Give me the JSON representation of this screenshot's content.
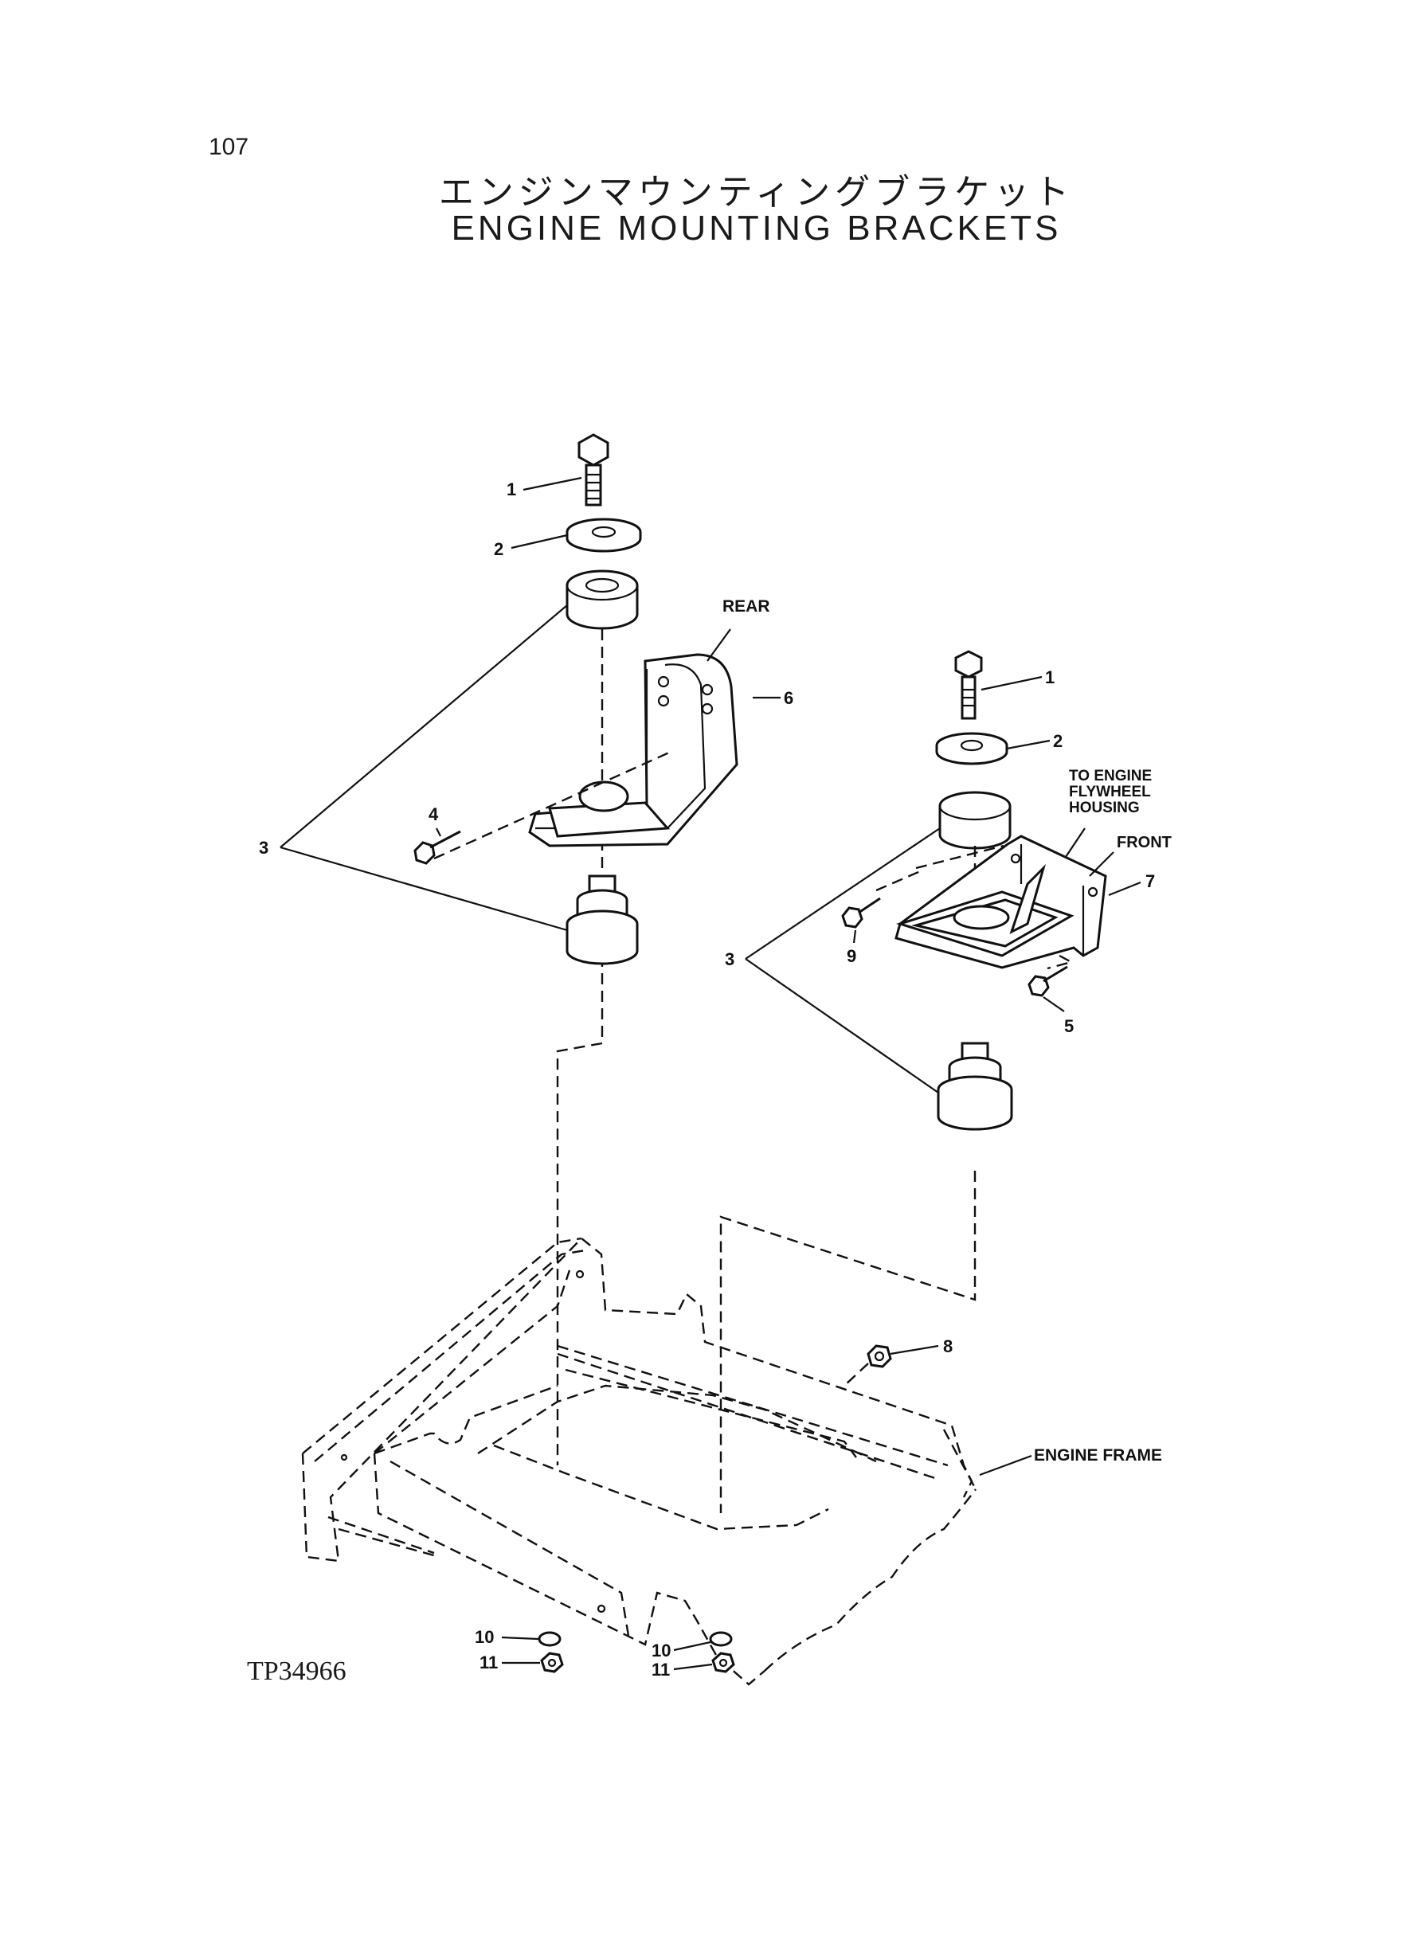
{
  "page": {
    "number": "107",
    "title_jp": "エンジンマウンティングブラケット",
    "title_en": "ENGINE MOUNTING BRACKETS",
    "drawing_code": "TP34966"
  },
  "callouts": {
    "rear_bolt": "1",
    "rear_washer": "2",
    "rear_mount": "3",
    "rear_small_bolt": "4",
    "rear_bracket": "6",
    "front_bolt": "1",
    "front_washer": "2",
    "front_mount": "3",
    "front_bolt_5": "5",
    "front_bracket": "7",
    "front_bolt_9": "9",
    "frame_nut": "8",
    "washer_left": "10",
    "nut_left": "11",
    "washer_right": "10",
    "nut_right": "11"
  },
  "labels": {
    "rear": "REAR",
    "front": "FRONT",
    "to_engine_1": "TO ENGINE",
    "to_engine_2": "FLYWHEEL",
    "to_engine_3": "HOUSING",
    "engine_frame": "ENGINE FRAME"
  }
}
